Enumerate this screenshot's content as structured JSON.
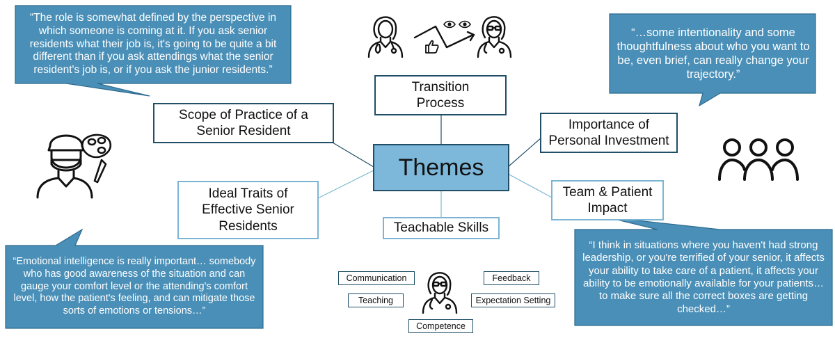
{
  "center": {
    "label": "Themes"
  },
  "themes": {
    "transition": "Transition Process",
    "scope": "Scope of Practice of a Senior Resident",
    "importance": "Importance of Personal Investment",
    "traits": "Ideal Traits of Effective Senior Residents",
    "team": "Team & Patient Impact",
    "teachable": "Teachable Skills"
  },
  "skills": [
    "Communication",
    "Feedback",
    "Teaching",
    "Expectation Setting",
    "Competence"
  ],
  "quotes": {
    "top_left": "“The role is somewhat defined by the perspective in which someone is coming at it. If you ask senior residents what their job is, it's going to be quite a bit different than if you ask attendings what the senior resident's job is, or if you ask the junior residents.”",
    "top_right": "“…some intentionality and some thoughtfulness about who you want to be, even brief, can really change your trajectory.”",
    "bottom_left": "“Emotional intelligence is really important… somebody who has good awareness of the situation and can gauge your comfort level or the attending's comfort level, how the patient's feeling, and can mitigate those sorts of emotions or tensions…”",
    "bottom_right": "“I think in situations where you haven't had strong leadership, or you're terrified of your senior,  it affects your ability to take care of a patient, it affects your ability to be emotionally available for your patients… to make sure all the correct boxes are getting checked…”"
  },
  "colors": {
    "bubble_fill": "#4a8fb7",
    "bubble_border": "#2c6a8e",
    "dark_border": "#1f4e66",
    "light_border": "#7cb5d3",
    "center_fill": "#7db8da"
  },
  "icons": [
    "resident-doctor-icon",
    "thumbs-up-icon",
    "eyes-icon",
    "trend-arrow-icon",
    "attending-doctor-icon",
    "surgeon-icon",
    "palette-scalpel-icon",
    "group-people-icon",
    "teacher-doctor-icon"
  ]
}
